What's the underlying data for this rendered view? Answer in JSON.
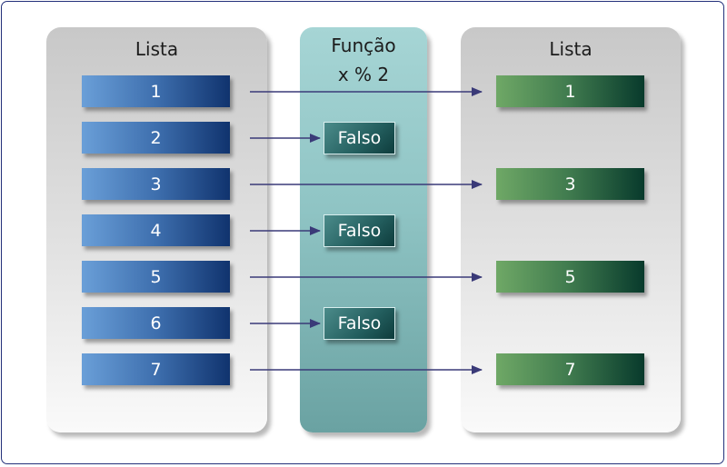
{
  "left_panel": {
    "title": "Lista",
    "items": [
      "1",
      "2",
      "3",
      "4",
      "5",
      "6",
      "7"
    ]
  },
  "middle_panel": {
    "title_line1": "Função",
    "title_line2": "x % 2",
    "results": [
      "Falso",
      "Falso",
      "Falso"
    ]
  },
  "right_panel": {
    "title": "Lista",
    "items": [
      "1",
      "3",
      "5",
      "7"
    ]
  },
  "colors": {
    "blue_box": "#1a3f7a",
    "green_box": "#2e6b4a",
    "falso_box": "#235e5e",
    "arrow": "#3a3a78"
  }
}
